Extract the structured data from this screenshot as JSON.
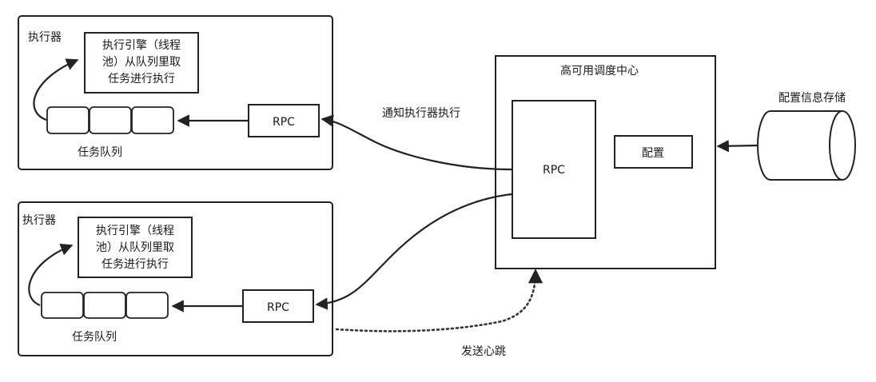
{
  "executors": [
    {
      "title": "执行器",
      "engine_lines": [
        "执行引擎（线程",
        "池）从队列里取",
        "任务进行执行"
      ],
      "queue_label": "任务队列",
      "rpc_label": "RPC"
    },
    {
      "title": "执行器",
      "engine_lines": [
        "执行引擎（线程",
        "池）从队列里取",
        "任务进行执行"
      ],
      "queue_label": "任务队列",
      "rpc_label": "RPC"
    }
  ],
  "center": {
    "title": "高可用调度中心",
    "rpc_label": "RPC",
    "config_label": "配置"
  },
  "storage": {
    "label": "配置信息存储"
  },
  "edges": {
    "notify_label": "通知执行器执行",
    "heartbeat_label": "发送心跳"
  }
}
